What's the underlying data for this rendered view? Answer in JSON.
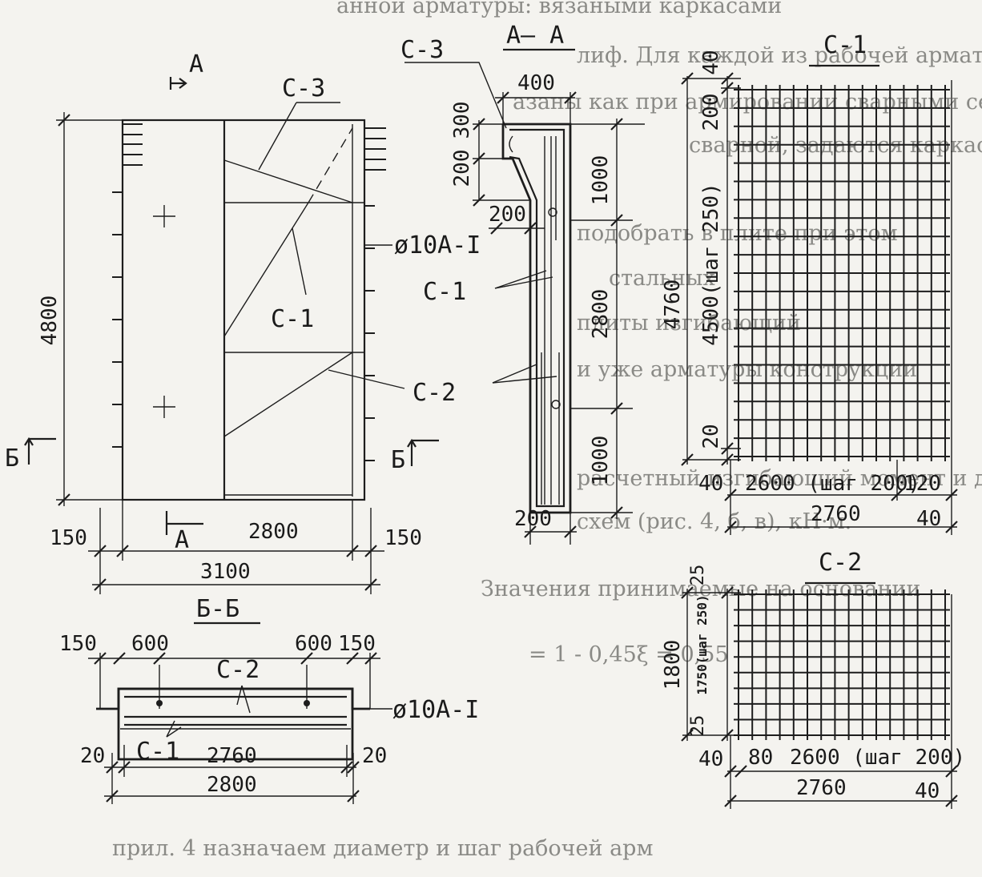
{
  "background_text": [
    "анной арматуры: вязаными каркасами",
    "лиф. Для каждой из рабочей арматуры",
    "азаны как при армировании сварными сетками",
    "сварной, задаются каркасами",
    "подобрать в плите при этом",
    "стальных",
    "плиты изгибающий",
    "и уже арматуры конструкции",
    "расчетный изгибающий момент и двух расчетных",
    "схем (рис. 4, б, в), кН·м.",
    "Значения принимаемые на основании",
    "= 1 - 0,45ξ = 0,55",
    "прил. 4 назначаем диаметр и шаг рабочей арм"
  ],
  "plan": {
    "cut_label": "А",
    "cut_label_bottom": "А",
    "section_b_left": "Б",
    "section_b_right": "Б",
    "dim_height": "4800",
    "dim_left": "150",
    "dim_mid": "2800",
    "dim_right": "150",
    "dim_total": "3100",
    "callout_c3": "С-3",
    "callout_c1": "С-1",
    "callout_c2": "С-2",
    "callout_rebar": "ø10А-I"
  },
  "section_aa": {
    "title": "А— А",
    "callout_c3": "С-3",
    "dim_top_width": "400",
    "dim_300": "300",
    "dim_200_a": "200",
    "dim_200_b": "200",
    "dim_1000_top": "1000",
    "dim_2800": "2800",
    "dim_1000_bottom": "1000",
    "dim_bottom": "200",
    "callout_c1": "С-1",
    "callout_c2": "С-2"
  },
  "section_bb": {
    "title": "Б-Б",
    "dim_150_left": "150",
    "dim_600_left": "600",
    "dim_600_right": "600",
    "dim_150_right": "150",
    "callout_c2": "С-2",
    "callout_c1": "С-1",
    "callout_rebar": "ø10А-I",
    "dim_20_left": "20",
    "dim_2760": "2760",
    "dim_20_right": "20",
    "dim_2800": "2800"
  },
  "mesh_c1": {
    "title": "С-1",
    "dim_top": "40",
    "dim_200": "200",
    "dim_4500": "4500(шаг 250)",
    "dim_4760": "4760",
    "dim_20": "20",
    "dim_40_left": "40",
    "dim_2600": "2600 (шаг 200)",
    "dim_120": "120",
    "dim_2760": "2760",
    "dim_40_right": "40",
    "columns": 15,
    "rows": 20
  },
  "mesh_c2": {
    "title": "С-2",
    "dim_25_top": "25",
    "dim_1750": "1750(шаг 250)",
    "dim_1800": "1800",
    "dim_25_bottom": "25",
    "dim_40_left": "40",
    "dim_80": "80",
    "dim_2600": "2600 (шаг 200)",
    "dim_2760": "2760",
    "dim_40_right": "40",
    "columns": 15,
    "rows": 9
  },
  "colors": {
    "ink": "#1d1d1d",
    "paper": "#f4f3ef",
    "faint_text": "#8a8a86"
  }
}
